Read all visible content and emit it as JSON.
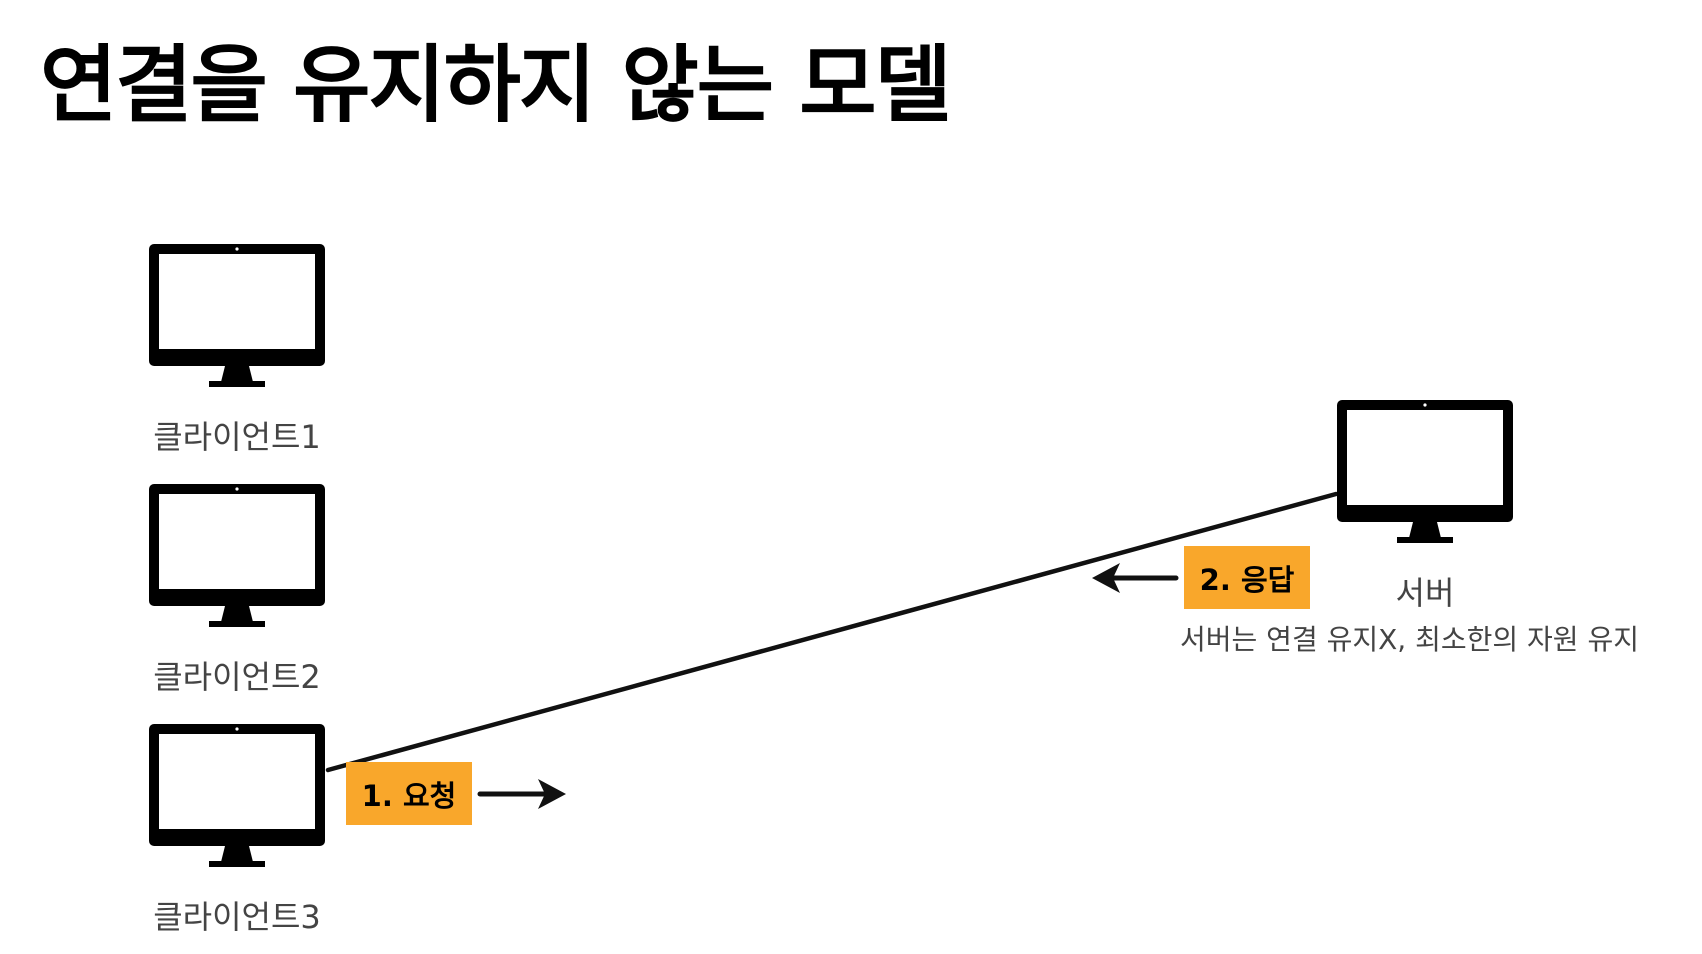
{
  "title": "연결을 유지하지 않는 모델",
  "clients": [
    {
      "label": "클라이언트1",
      "icon": "monitor-icon"
    },
    {
      "label": "클라이언트2",
      "icon": "monitor-icon"
    },
    {
      "label": "클라이언트3",
      "icon": "monitor-icon"
    }
  ],
  "server": {
    "label": "서버",
    "icon": "monitor-icon",
    "note": "서버는 연결 유지X, 최소한의 자원 유지"
  },
  "steps": {
    "request": "1. 요청",
    "response": "2. 응답"
  },
  "colors": {
    "badge": "#F9A72B",
    "monitor": "#000000",
    "label_text": "#444444"
  }
}
